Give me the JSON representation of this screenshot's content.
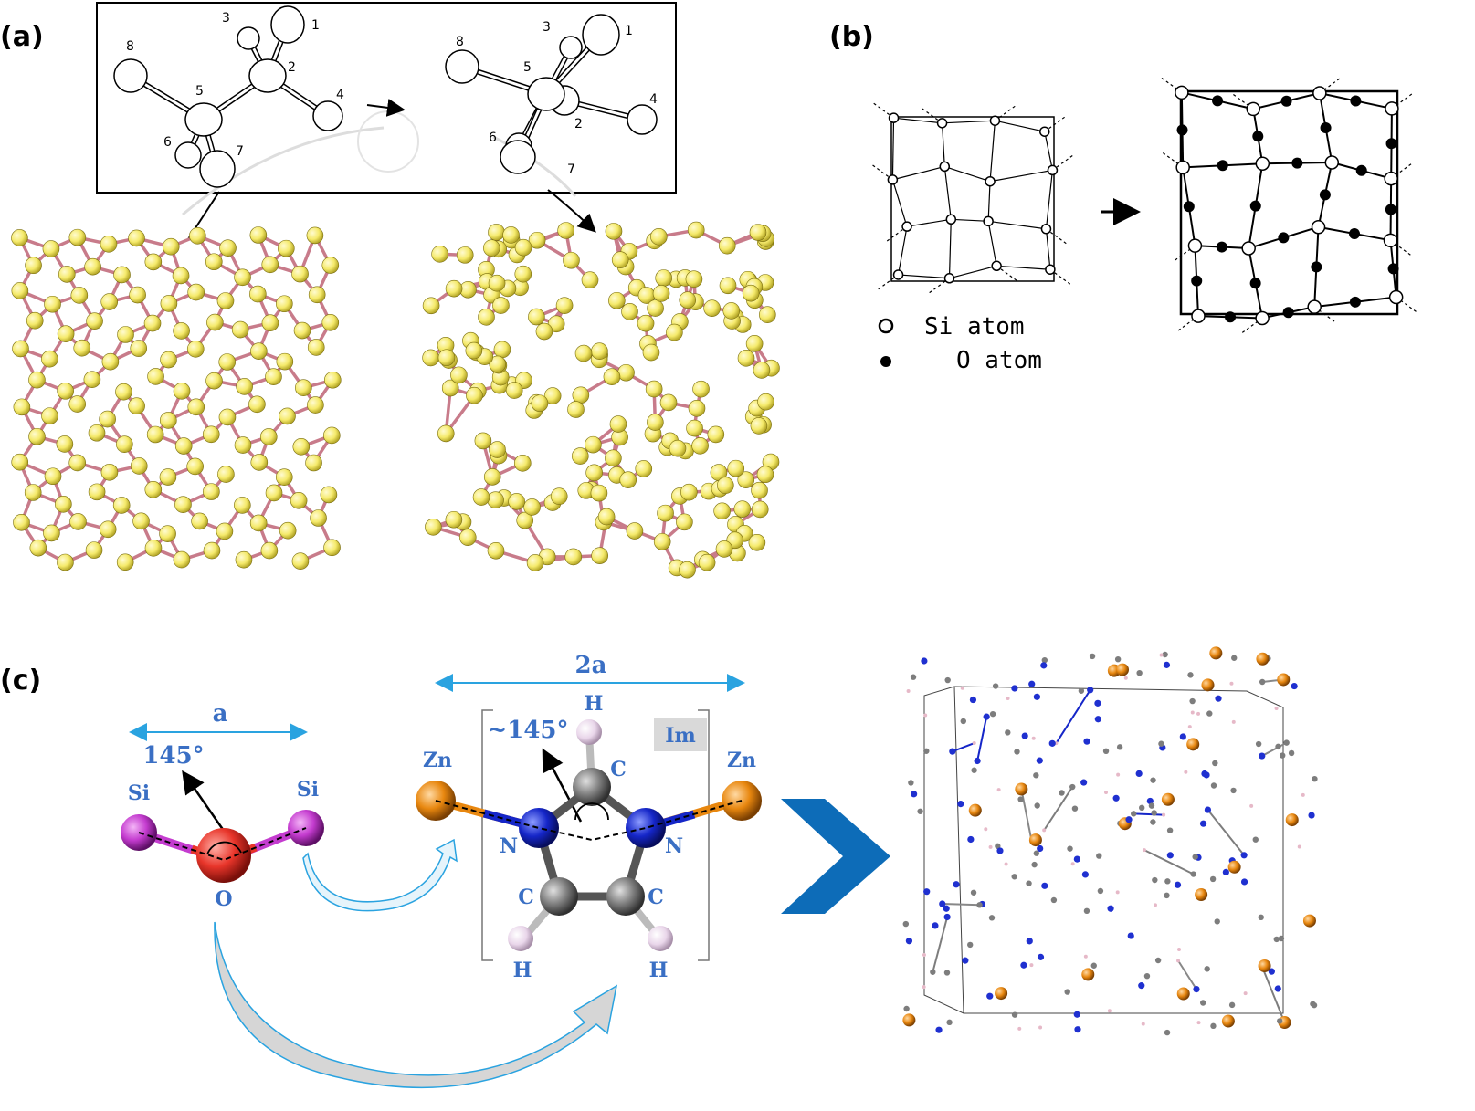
{
  "panels": {
    "a": {
      "label": "(a)",
      "atom_numbers": [
        "1",
        "2",
        "3",
        "4",
        "5",
        "6",
        "7",
        "8"
      ]
    },
    "b": {
      "label": "(b)",
      "legend": {
        "si": "Si atom",
        "o": "O atom"
      }
    },
    "c": {
      "label": "(c)",
      "sio2": {
        "length": "a",
        "angle": "145°",
        "si_left": "Si",
        "si_right": "Si",
        "oxygen": "O"
      },
      "zim": {
        "length": "2a",
        "angle": "~145°",
        "box_label": "Im",
        "zn_left": "Zn",
        "zn_right": "Zn",
        "n_left": "N",
        "n_right": "N",
        "c_top": "C",
        "h_top": "H",
        "c_left": "C",
        "c_right": "C",
        "h_left": "H",
        "h_right": "H"
      }
    }
  },
  "colors": {
    "si_crystal": "#f5ea6b",
    "bond": "#c87b8a",
    "silicon": "#c43ccf",
    "oxygen": "#e8352a",
    "zinc": "#e8870f",
    "nitrogen": "#1526c8",
    "carbon": "#7d7d7d",
    "hydrogen": "#e9d6ea",
    "dimension": "#2aa3e0",
    "big_arrow": "#0d6cb8",
    "label_blue": "#3a6fc4"
  }
}
